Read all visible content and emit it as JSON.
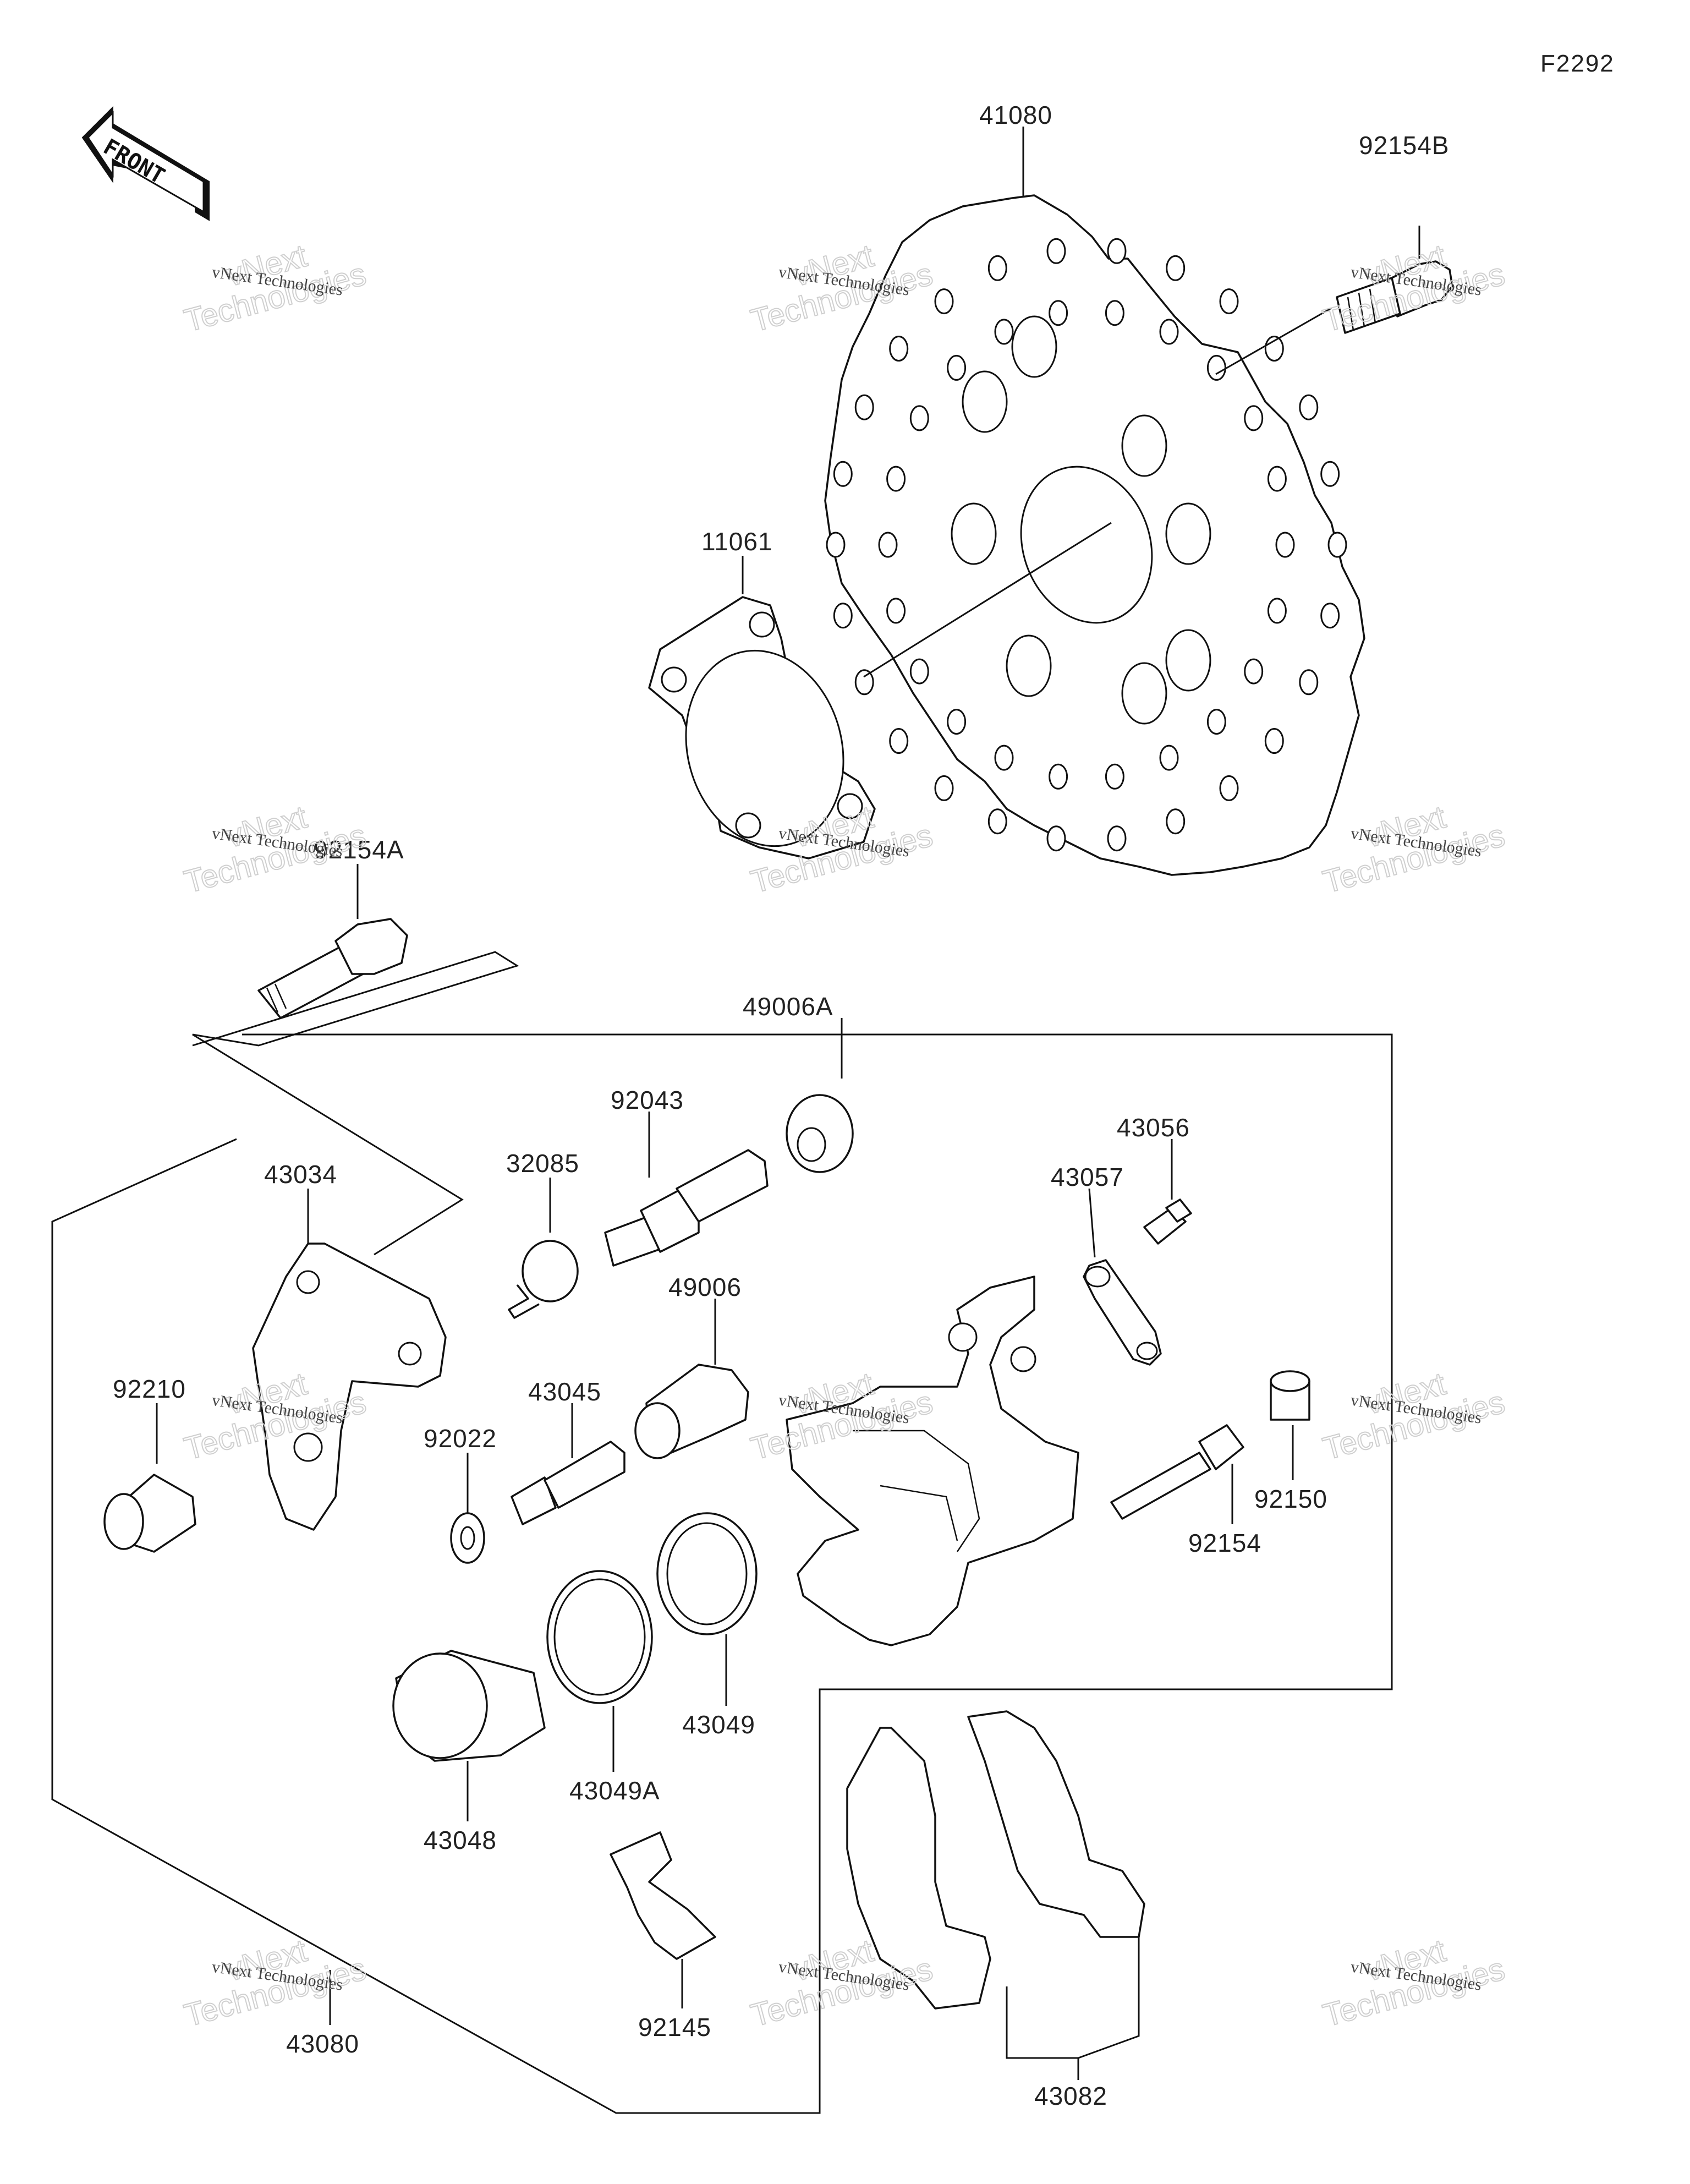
{
  "figure_code": "F2292",
  "orientation": {
    "label": "FRONT"
  },
  "parts": [
    {
      "number": "41080"
    },
    {
      "number": "92154B"
    },
    {
      "number": "11061"
    },
    {
      "number": "92154A"
    },
    {
      "number": "49006A"
    },
    {
      "number": "92043"
    },
    {
      "number": "43056"
    },
    {
      "number": "32085"
    },
    {
      "number": "43034"
    },
    {
      "number": "43057"
    },
    {
      "number": "49006"
    },
    {
      "number": "92210"
    },
    {
      "number": "43045"
    },
    {
      "number": "92022"
    },
    {
      "number": "92150"
    },
    {
      "number": "92154"
    },
    {
      "number": "43049"
    },
    {
      "number": "43049A"
    },
    {
      "number": "43048"
    },
    {
      "number": "43080"
    },
    {
      "number": "92145"
    },
    {
      "number": "43082"
    }
  ],
  "watermark": {
    "line1": "vNext",
    "line2": "Technologies",
    "small": "vNext Technologies"
  }
}
